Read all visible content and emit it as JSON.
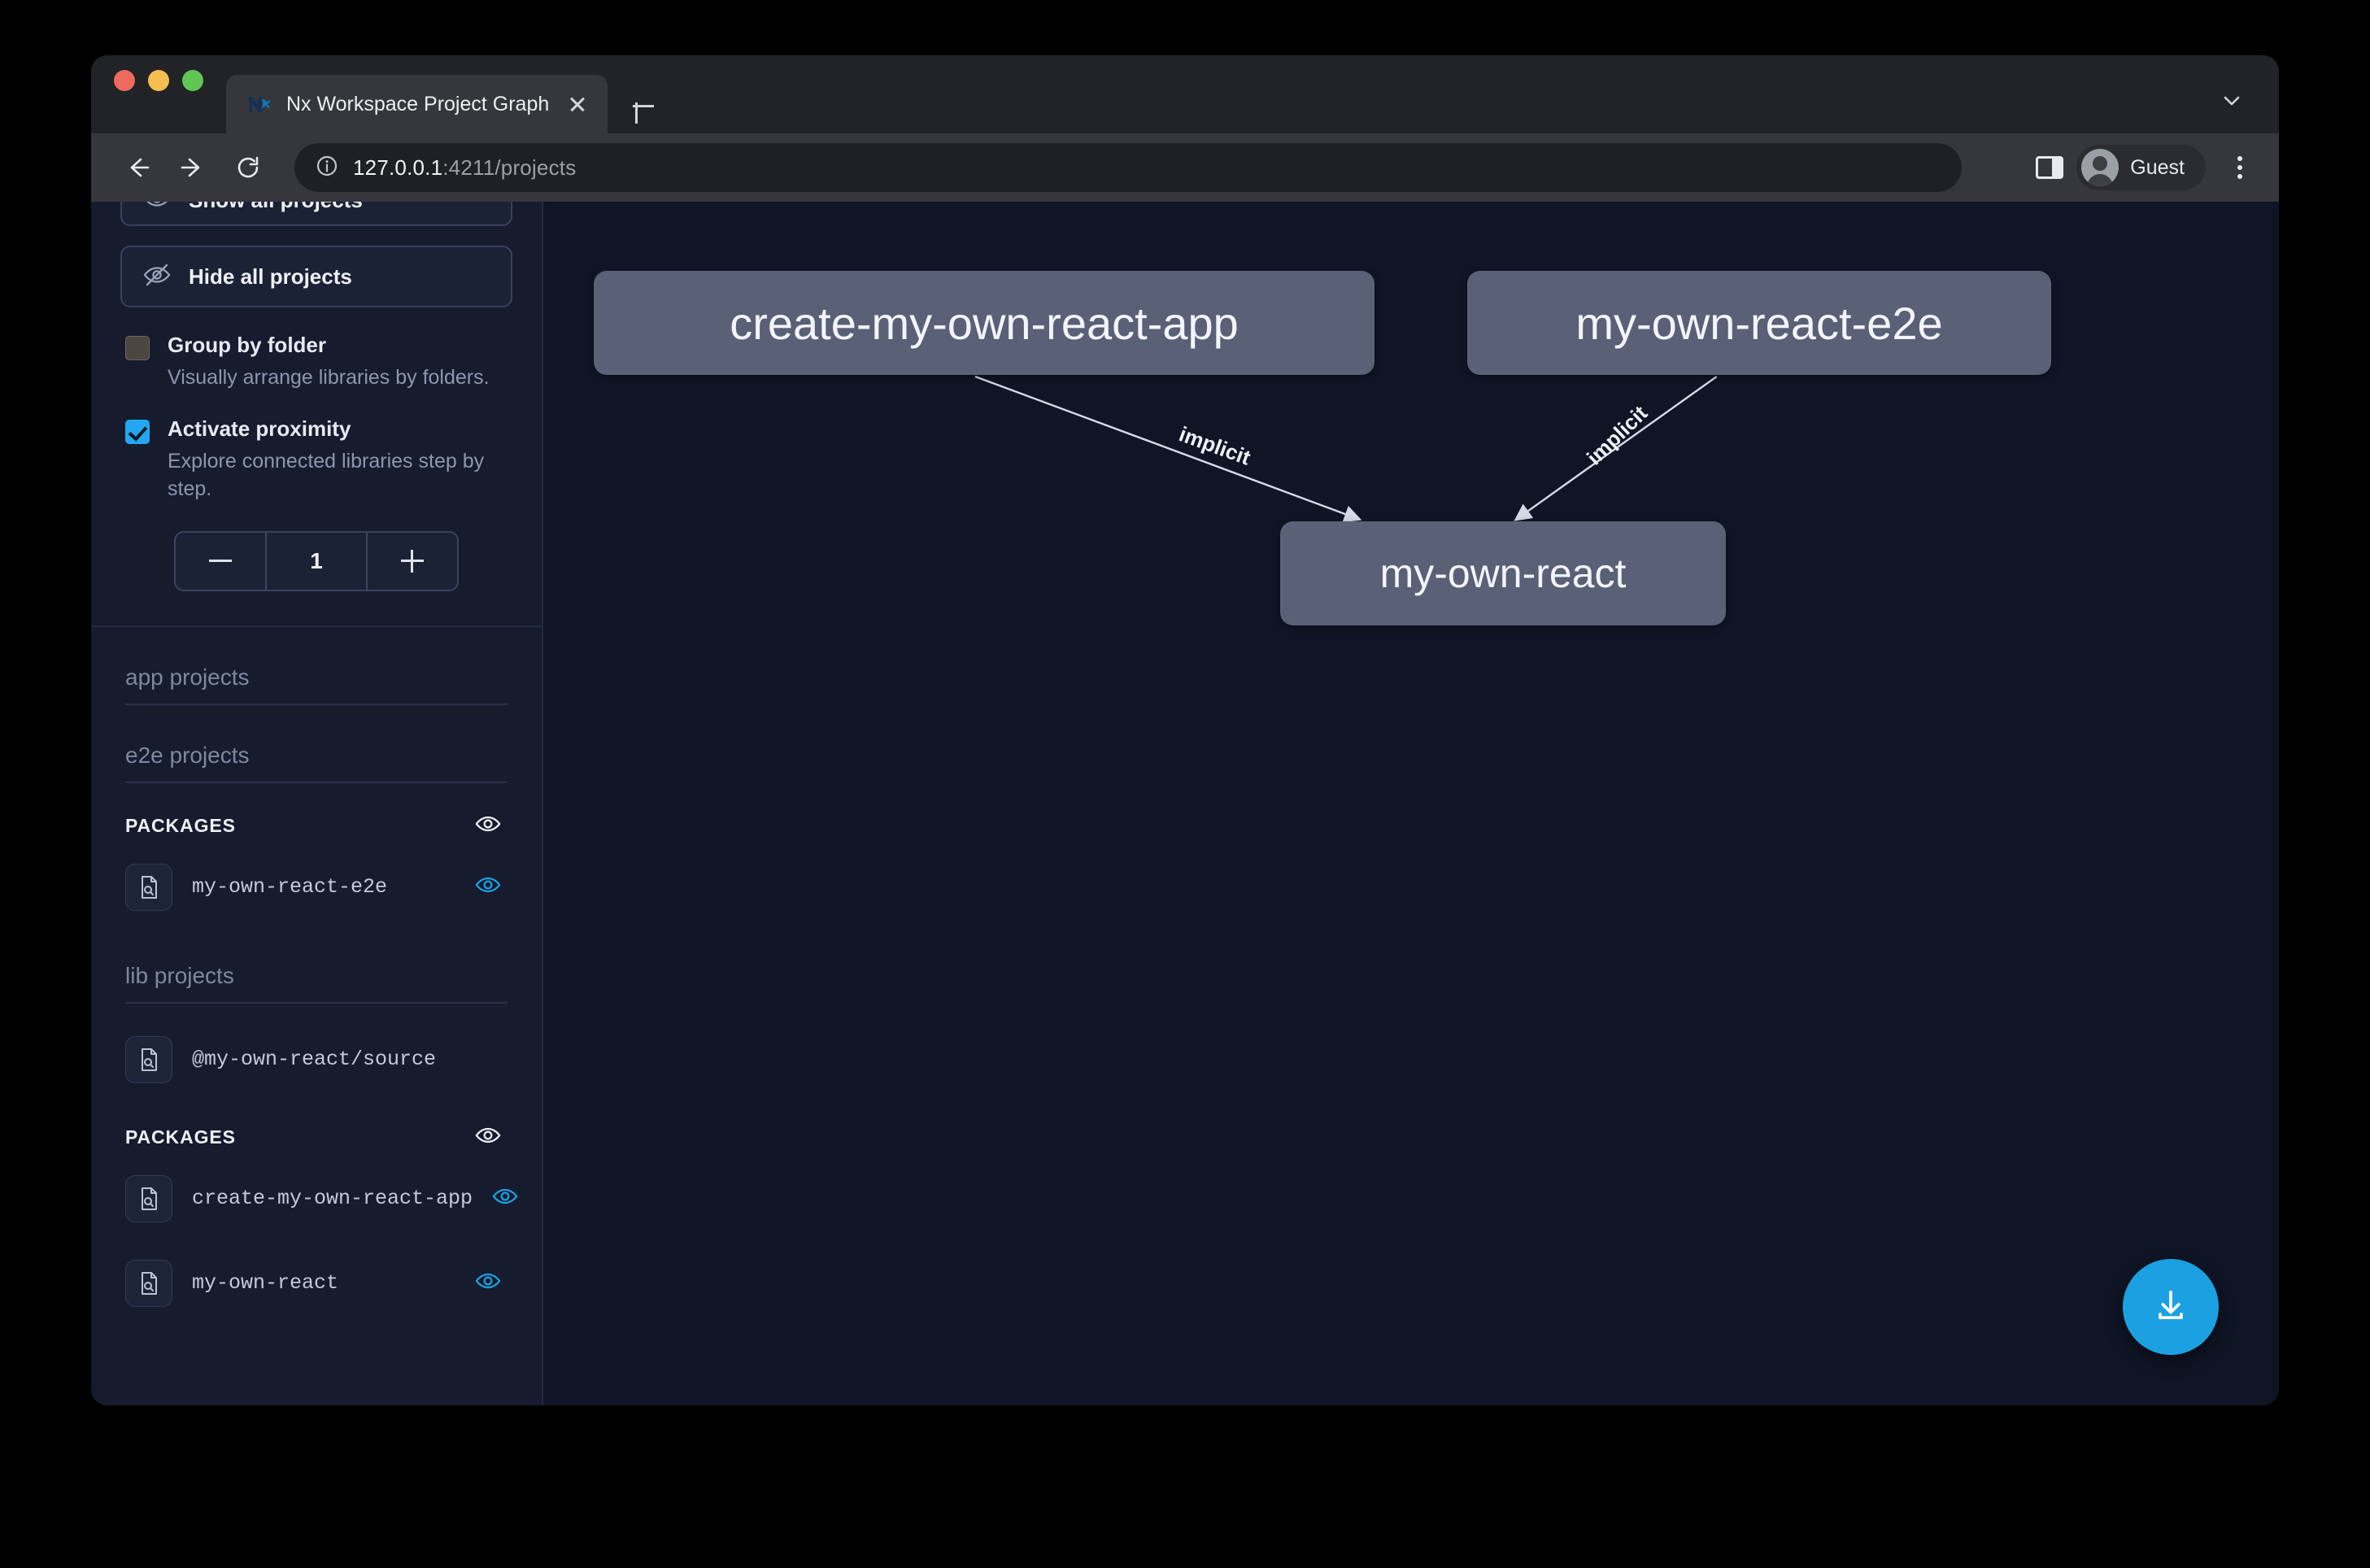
{
  "browser": {
    "tab": {
      "title": "Nx Workspace Project Graph",
      "favicon": "nx-logo-icon",
      "close": "close-icon"
    },
    "new_tab": "+",
    "address": {
      "host": "127.0.0.1",
      "path": ":4211/projects",
      "security_icon": "info-circle-icon"
    },
    "profile": {
      "name": "Guest"
    },
    "icons": {
      "back": "back-arrow-icon",
      "forward": "forward-arrow-icon",
      "reload": "reload-icon",
      "tab_list": "chevron-down-icon",
      "side_panel": "side-panel-icon",
      "menu": "kebab-menu-icon"
    }
  },
  "sidebar": {
    "buttons": [
      {
        "label": "Show all projects",
        "icon": "eye-icon",
        "cut_off": true
      },
      {
        "label": "Hide all projects",
        "icon": "eye-off-icon",
        "cut_off": false
      }
    ],
    "options": [
      {
        "label": "Group by folder",
        "description": "Visually arrange libraries by folders.",
        "checked": false
      },
      {
        "label": "Activate proximity",
        "description": "Explore connected libraries step by step.",
        "checked": true
      }
    ],
    "stepper": {
      "value": "1",
      "minus": "−",
      "plus": "+"
    },
    "groups": [
      {
        "title": "app projects",
        "sections": []
      },
      {
        "title": "e2e projects",
        "sections": [
          {
            "label": "PACKAGES",
            "eye_active": false,
            "items": [
              {
                "name": "my-own-react-e2e",
                "eye_active": true
              }
            ]
          }
        ]
      },
      {
        "title": "lib projects",
        "sections": [
          {
            "label": "",
            "eye_active": false,
            "items": [
              {
                "name": "@my-own-react/source",
                "eye_active": false
              }
            ]
          },
          {
            "label": "PACKAGES",
            "eye_active": false,
            "items": [
              {
                "name": "create-my-own-react-app",
                "eye_active": true
              },
              {
                "name": "my-own-react",
                "eye_active": true
              }
            ]
          }
        ]
      }
    ]
  },
  "graph": {
    "nodes": [
      {
        "id": "create-my-own-react-app",
        "label": "create-my-own-react-app"
      },
      {
        "id": "my-own-react-e2e",
        "label": "my-own-react-e2e"
      },
      {
        "id": "my-own-react",
        "label": "my-own-react"
      }
    ],
    "edges": [
      {
        "source": "create-my-own-react-app",
        "target": "my-own-react",
        "label": "implicit"
      },
      {
        "source": "my-own-react-e2e",
        "target": "my-own-react",
        "label": "implicit"
      }
    ],
    "download_button": {
      "icon": "download-icon"
    }
  },
  "colors": {
    "accent": "#1ba1e2",
    "node_fill": "#5a6076",
    "canvas_bg": "#0f1525",
    "sidebar_bg": "#161b2e",
    "checkbox_on": "#22a7f0"
  }
}
